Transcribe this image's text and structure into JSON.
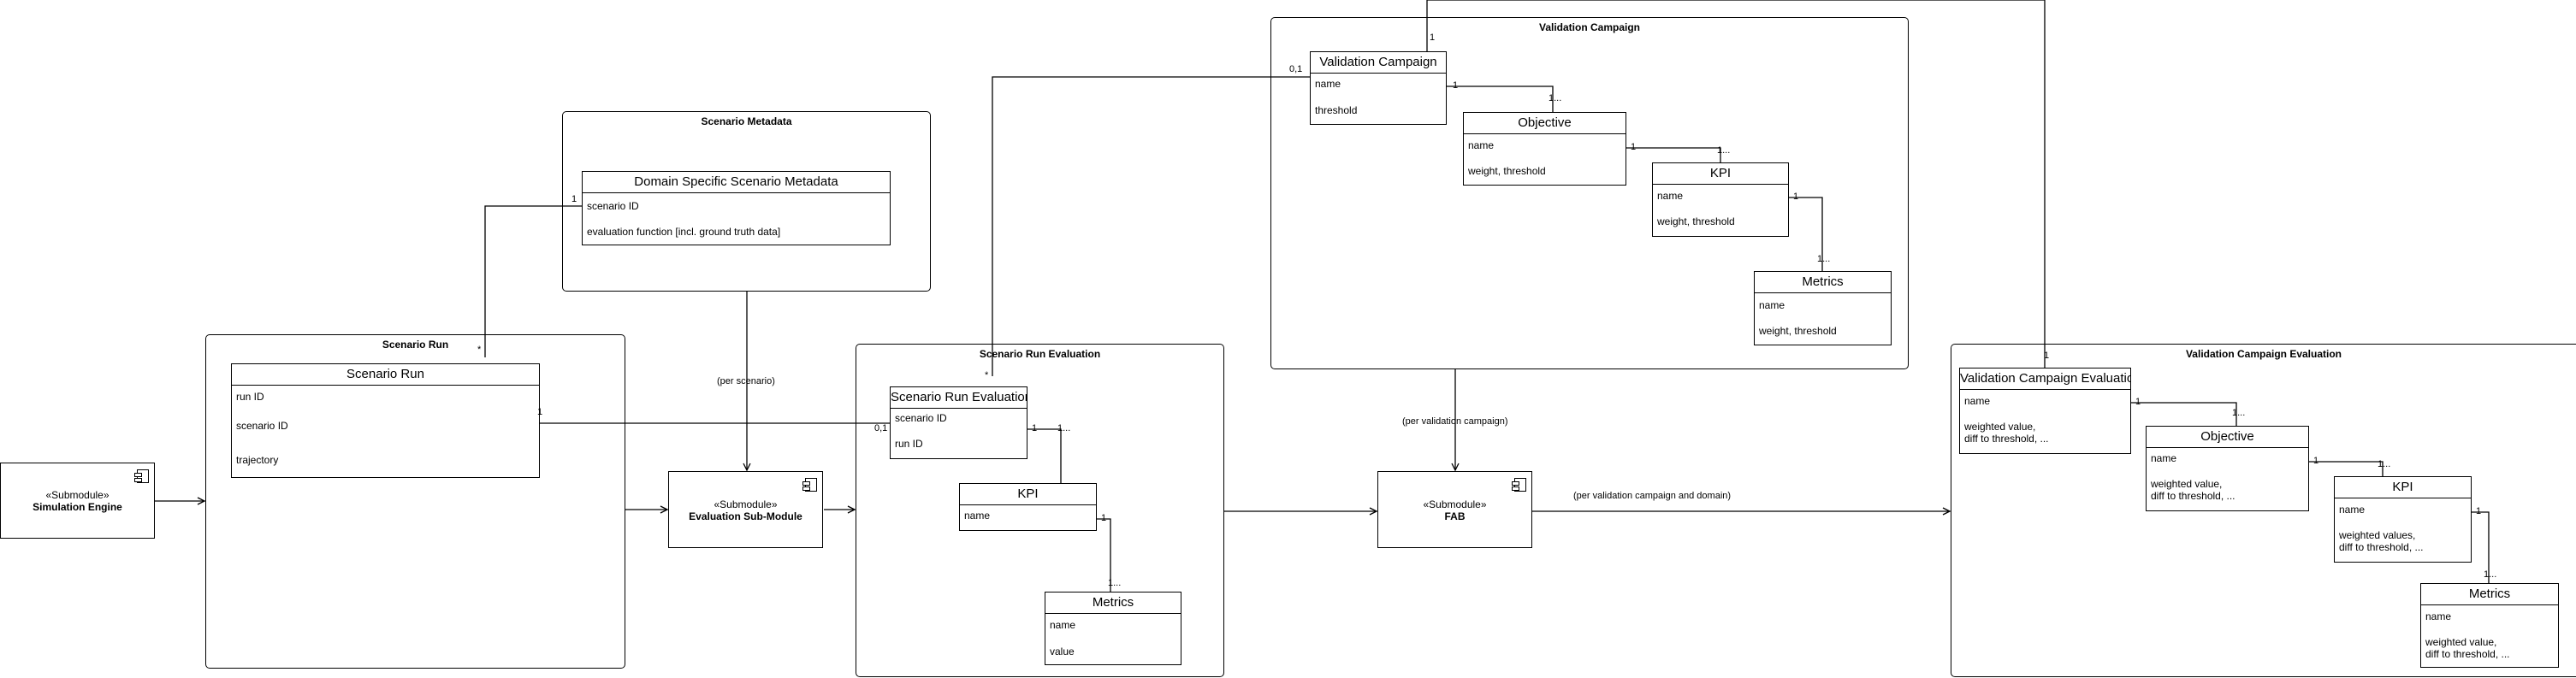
{
  "containers": {
    "scenario_metadata": "Scenario Metadata",
    "scenario_run": "Scenario Run",
    "scenario_run_evaluation": "Scenario Run Evaluation",
    "validation_campaign": "Validation Campaign",
    "validation_campaign_evaluation": "Validation Campaign Evaluation"
  },
  "classes": {
    "domain_metadata": {
      "name": "Domain Specific Scenario Metadata",
      "attrs": [
        "scenario ID",
        "evaluation function [incl. ground truth data]"
      ]
    },
    "scenario_run": {
      "name": "Scenario Run",
      "attrs": [
        "run ID",
        "scenario ID",
        "trajectory"
      ]
    },
    "sre": {
      "name": "Scenario Run Evaluation",
      "attrs": [
        "scenario ID",
        "run ID"
      ]
    },
    "sre_kpi": {
      "name": "KPI",
      "attrs": [
        "name"
      ]
    },
    "sre_metrics": {
      "name": "Metrics",
      "attrs": [
        "name",
        "value"
      ]
    },
    "vc": {
      "name": "Validation Campaign",
      "attrs": [
        "name",
        "threshold"
      ]
    },
    "vc_objective": {
      "name": "Objective",
      "attrs": [
        "name",
        "weight, threshold"
      ]
    },
    "vc_kpi": {
      "name": "KPI",
      "attrs": [
        "name",
        "weight, threshold"
      ]
    },
    "vc_metrics": {
      "name": "Metrics",
      "attrs": [
        "name",
        "weight, threshold"
      ]
    },
    "vce": {
      "name": "Validation Campaign Evaluation",
      "attrs": [
        "name",
        "weighted value,\ndiff to threshold, ..."
      ]
    },
    "vce_objective": {
      "name": "Objective",
      "attrs": [
        "name",
        "weighted value,\ndiff to threshold, ..."
      ]
    },
    "vce_kpi": {
      "name": "KPI",
      "attrs": [
        "name",
        "weighted values,\ndiff to threshold, ..."
      ]
    },
    "vce_metrics": {
      "name": "Metrics",
      "attrs": [
        "name",
        "weighted value,\ndiff to threshold, ..."
      ]
    }
  },
  "modules": {
    "stereotype": "«Submodule»",
    "simulation_engine": "Simulation Engine",
    "evaluation_submodule": "Evaluation Sub-Module",
    "fab": "FAB"
  },
  "edge_labels": {
    "per_scenario": "(per scenario)",
    "per_campaign": "(per validation campaign)",
    "per_campaign_domain": "(per validation campaign and domain)"
  },
  "multiplicities": {
    "one": "1",
    "one_many": "1...",
    "many": "*",
    "zero_one": "0,1"
  }
}
